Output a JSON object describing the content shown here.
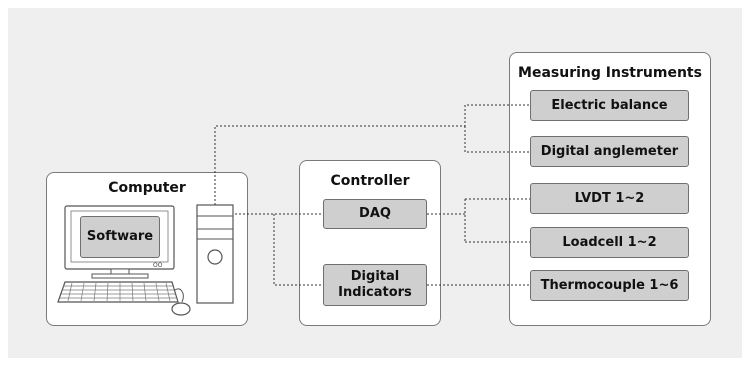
{
  "computer": {
    "title": "Computer",
    "software": "Software"
  },
  "controller": {
    "title": "Controller",
    "daq": "DAQ",
    "digital_indicators": "Digital\nIndicators"
  },
  "instruments": {
    "title": "Measuring Instruments",
    "items": [
      "Electric balance",
      "Digital anglemeter",
      "LVDT 1~2",
      "Loadcell 1~2",
      "Thermocouple 1~6"
    ]
  },
  "monitor_badge": "OO"
}
